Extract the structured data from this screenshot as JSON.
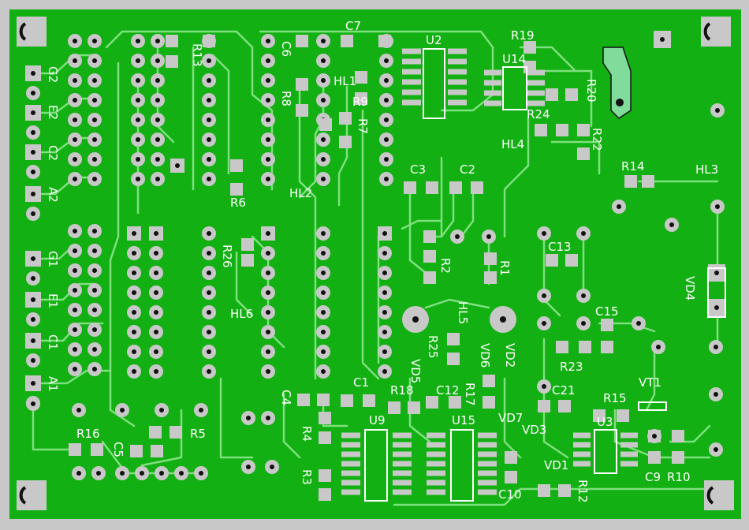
{
  "board": {
    "name": "pcb-layout",
    "colors": {
      "frame": "#c8c8c8",
      "copper": "#12b012",
      "trace": "#7fe07f",
      "pad": "#c8c8c8",
      "hole": "#111111",
      "silk": "#ffffff",
      "highlight": "#7fdc9a"
    }
  },
  "labels": {
    "G2": "G2",
    "E2": "E2",
    "C2_conn": "C2",
    "A2": "A2",
    "G1": "G1",
    "E1": "E1",
    "C1_conn": "C1",
    "A1": "A1",
    "R13": "R13",
    "C6": "C6",
    "R8": "R8",
    "C7": "C7",
    "HL1": "HL1",
    "R9": "R9",
    "R7": "R7",
    "U2": "U2",
    "R19": "R19",
    "U14": "U14",
    "R20": "R20",
    "R24": "R24",
    "HL4": "HL4",
    "R22": "R22",
    "R14": "R14",
    "HL3": "HL3",
    "R6": "R6",
    "HL2": "HL2",
    "C3": "C3",
    "C2": "C2",
    "R26": "R26",
    "HL6": "HL6",
    "R2": "R2",
    "R1": "R1",
    "C13": "C13",
    "VD4": "VD4",
    "HL5": "HL5",
    "C15": "C15",
    "R25": "R25",
    "VD6": "VD6",
    "VD2": "VD2",
    "VD5": "VD5",
    "R23": "R23",
    "VT1": "VT1",
    "C4": "C4",
    "C1": "C1",
    "R18": "R18",
    "C12": "C12",
    "R17": "R17",
    "VD7": "VD7",
    "C21": "C21",
    "R15": "R15",
    "U9": "U9",
    "U15": "U15",
    "VD3": "VD3",
    "U3": "U3",
    "R16": "R16",
    "R5": "R5",
    "C5": "C5",
    "R4": "R4",
    "R3": "R3",
    "VD1": "VD1",
    "C10": "C10",
    "R12": "R12",
    "C9": "C9",
    "R10": "R10"
  }
}
